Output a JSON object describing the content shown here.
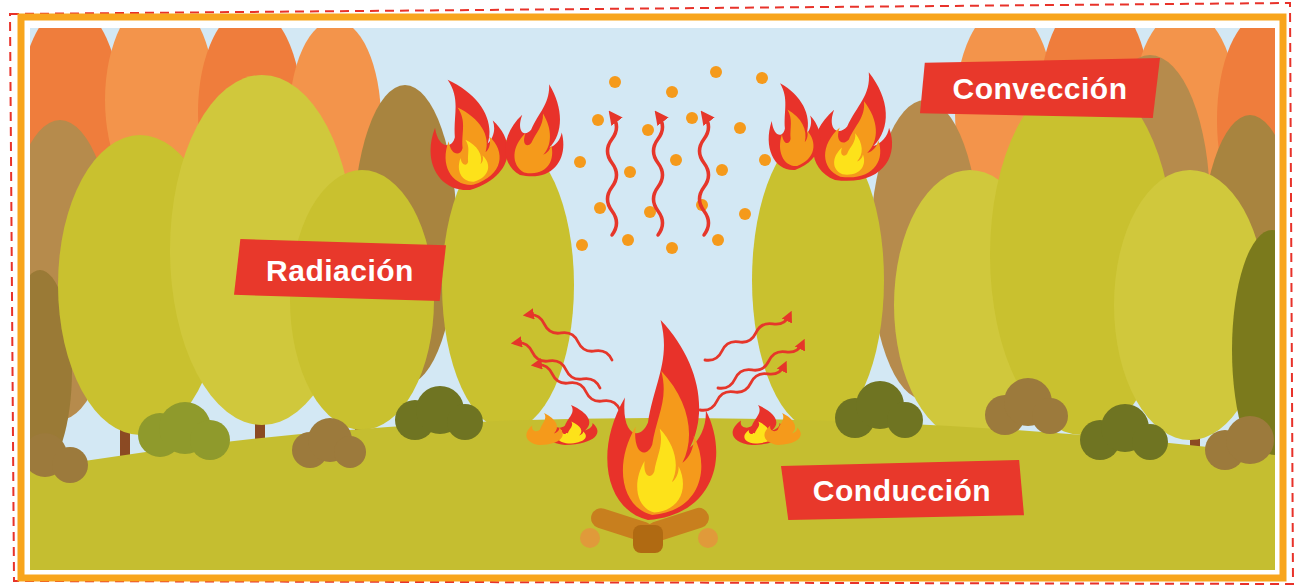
{
  "diagram": {
    "nodes": [
      {
        "text": [
          "Convección"
        ]
      },
      {
        "text": [
          "Radiación"
        ]
      },
      {
        "text": [
          "Conducción"
        ]
      }
    ]
  }
}
